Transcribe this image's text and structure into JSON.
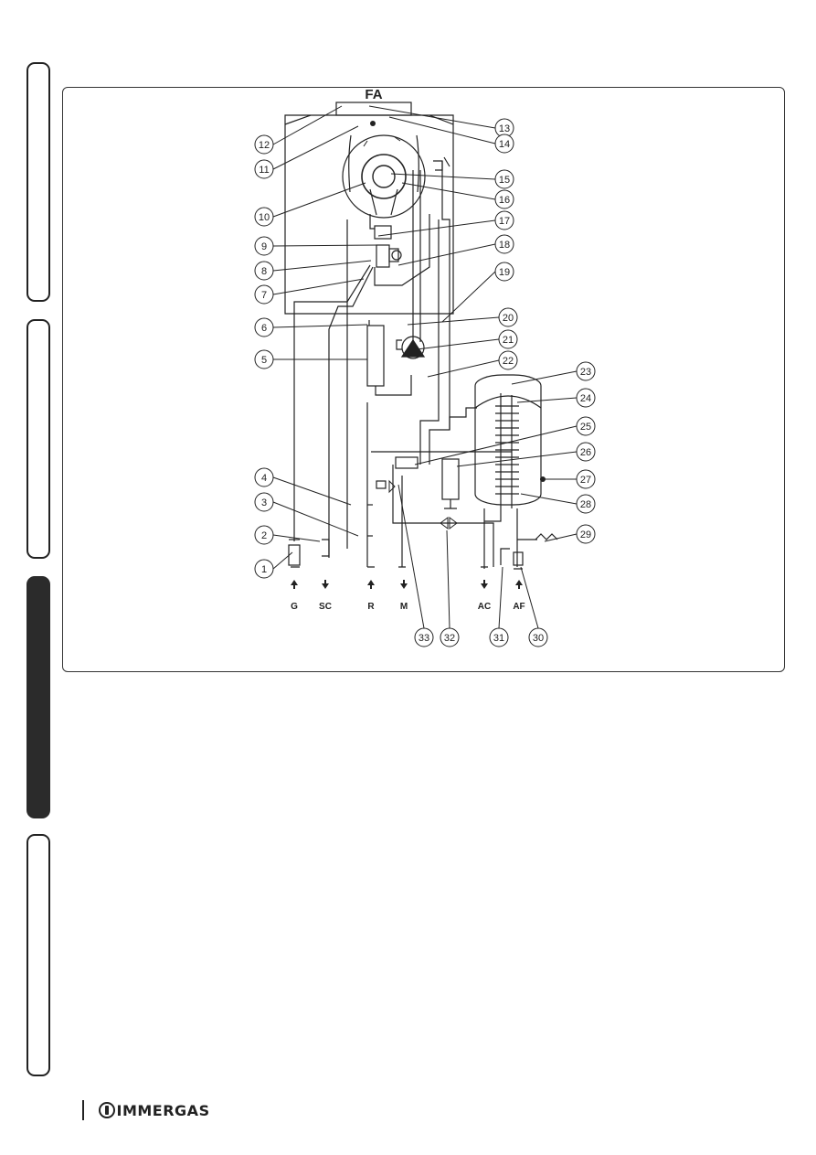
{
  "header_label": "FA",
  "brand": "IMMERGAS",
  "callouts": [
    "1",
    "2",
    "3",
    "4",
    "5",
    "6",
    "7",
    "8",
    "9",
    "10",
    "11",
    "12",
    "13",
    "14",
    "15",
    "16",
    "17",
    "18",
    "19",
    "20",
    "21",
    "22",
    "23",
    "24",
    "25",
    "26",
    "27",
    "28",
    "29",
    "30",
    "31",
    "32",
    "33"
  ],
  "connections": [
    "G",
    "SC",
    "R",
    "M",
    "AC",
    "AF"
  ],
  "side_tabs": [
    "tab-1",
    "tab-2",
    "tab-3",
    "tab-4"
  ],
  "active_tab": 2
}
